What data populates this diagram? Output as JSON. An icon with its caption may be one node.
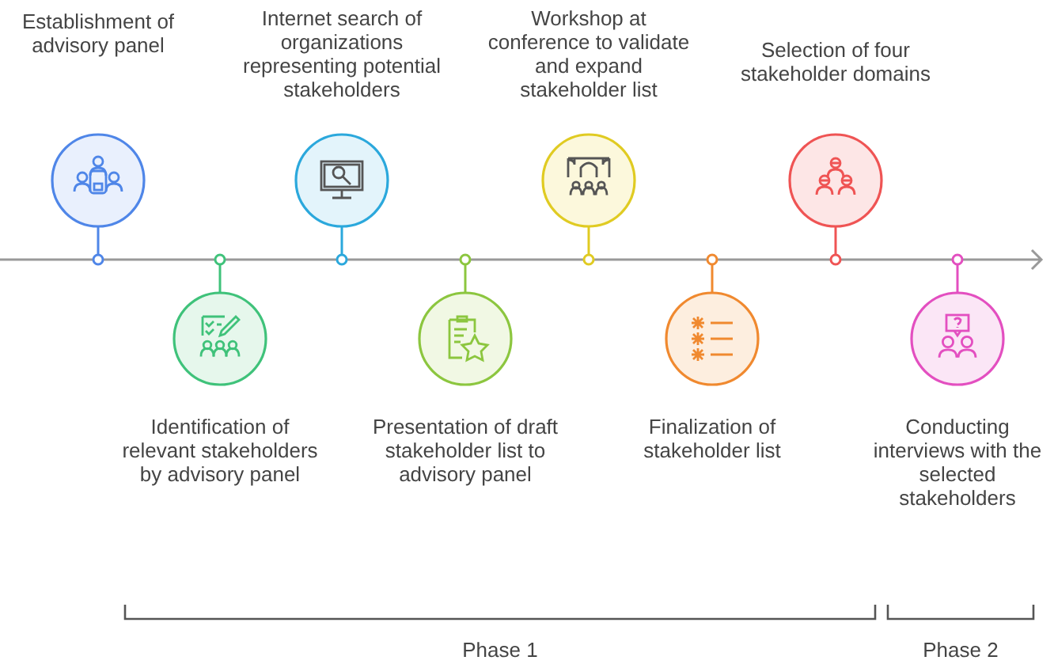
{
  "diagram": {
    "nodes": [
      {
        "text": [
          "Establishment of advisory panel"
        ]
      },
      {
        "text": [
          "Identification of relevant stakeholders by advisory panel"
        ]
      },
      {
        "text": [
          "Internet search of organizations representing potential stakeholders"
        ]
      },
      {
        "text": [
          "Presentation of draft stakeholder list to advisory panel"
        ]
      },
      {
        "text": [
          "Workshop at conference to validate and expand stakeholder list"
        ]
      },
      {
        "text": [
          "Finalization of stakeholder list"
        ]
      },
      {
        "text": [
          "Selection of four stakeholder domains"
        ]
      },
      {
        "text": [
          "Conducting interviews with the selected stakeholders"
        ]
      }
    ],
    "edges": [],
    "labels": [
      "Phase 1",
      "Phase 2"
    ]
  }
}
